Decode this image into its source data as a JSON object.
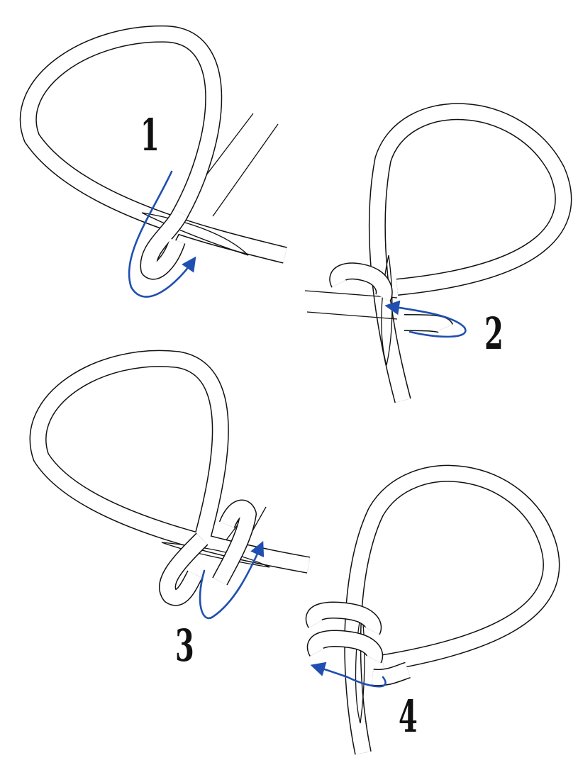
{
  "diagram": {
    "steps": [
      {
        "label": "1"
      },
      {
        "label": "2"
      },
      {
        "label": "3"
      },
      {
        "label": "4"
      }
    ],
    "colors": {
      "line": "#111111",
      "arrow": "#1f4fb0",
      "background": "#ffffff"
    }
  }
}
